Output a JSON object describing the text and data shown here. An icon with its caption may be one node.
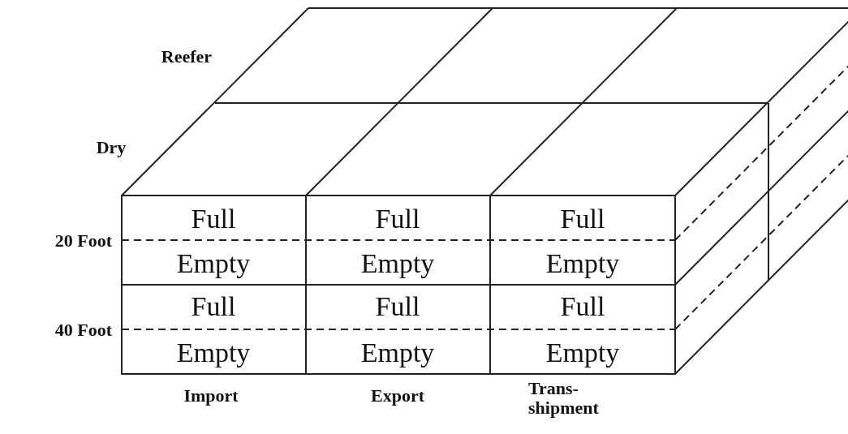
{
  "diagram": {
    "labels": [
      "Reefer",
      "Dry",
      "Full",
      "Full",
      "Full",
      "20 Foot",
      "Empty",
      "Empty",
      "Empty",
      "Full",
      "Full",
      "Full",
      "40 Foot",
      "Empty",
      "Empty",
      "Empty",
      "Import",
      "Export",
      "Trans-shipment"
    ]
  }
}
